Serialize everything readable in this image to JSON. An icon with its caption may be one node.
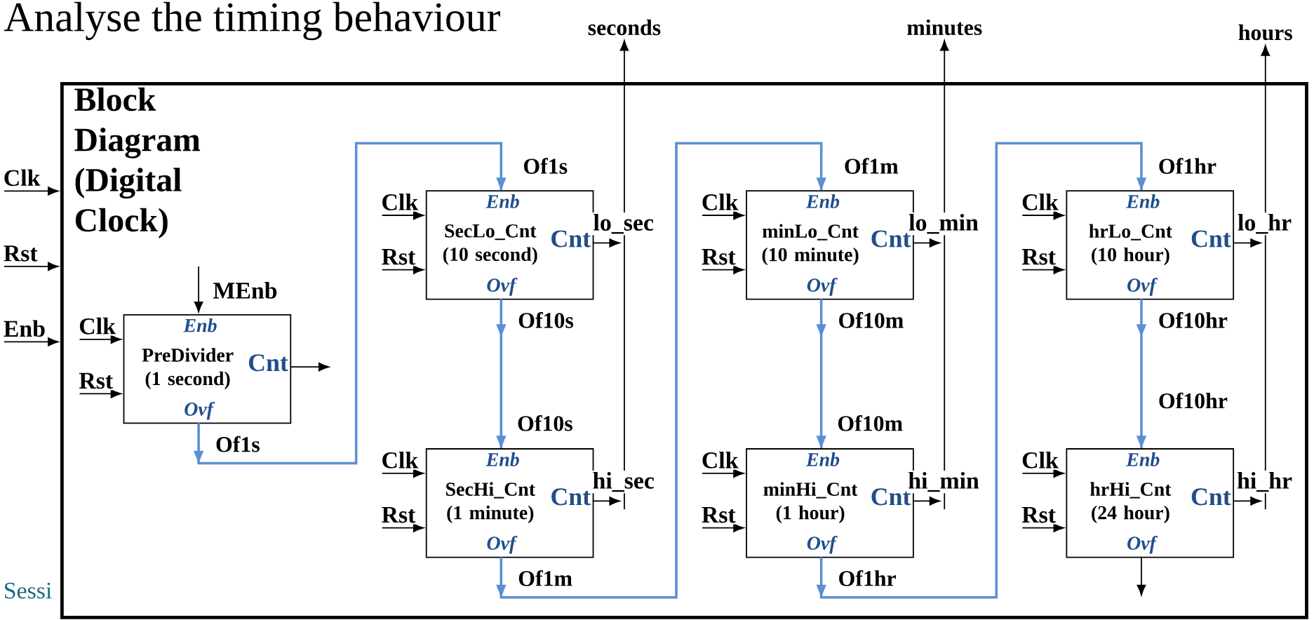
{
  "diagram": {
    "title": "Analyse the timing behaviour",
    "nodes": [
      {
        "text": [
          "Block Diagram (Digital Clock)"
        ]
      },
      {
        "text": [
          "seconds"
        ]
      },
      {
        "text": [
          "minutes"
        ]
      },
      {
        "text": [
          "hours"
        ]
      },
      {
        "text": [
          "Enb",
          "PreDivider (1 second)",
          "Cnt",
          "Ovf"
        ],
        "in": 0
      },
      {
        "text": [
          "Enb",
          "SecLo_Cnt (10 second)",
          "Cnt",
          "Ovf"
        ],
        "in": 0
      },
      {
        "text": [
          "Enb",
          "SecHi_Cnt (1 minute)",
          "Cnt",
          "Ovf"
        ],
        "in": 0
      },
      {
        "text": [
          "Enb",
          "minLo_Cnt (10 minute)",
          "Cnt",
          "Ovf"
        ],
        "in": 0
      },
      {
        "text": [
          "Enb",
          "minHi_Cnt (1 hour)",
          "Cnt",
          "Ovf"
        ],
        "in": 0
      },
      {
        "text": [
          "Enb",
          "hrLo_Cnt (10 hour)",
          "Cnt",
          "Ovf"
        ],
        "in": 0
      },
      {
        "text": [
          "Enb",
          "hrHi_Cnt (24 hour)",
          "Cnt",
          "Ovf"
        ],
        "in": 0
      }
    ],
    "edges": [
      {
        "from": null,
        "to": 0,
        "arrow": "to",
        "label": "Clk"
      },
      {
        "from": null,
        "to": 0,
        "arrow": "to",
        "label": "Rst"
      },
      {
        "from": null,
        "to": 0,
        "arrow": "to",
        "label": "Enb"
      },
      {
        "from": null,
        "to": 4,
        "arrow": "to",
        "label": "Clk"
      },
      {
        "from": null,
        "to": 4,
        "arrow": "to",
        "label": "Rst"
      },
      {
        "from": null,
        "to": 4,
        "arrow": "to",
        "label": "MEnb"
      },
      {
        "from": 4,
        "to": null,
        "arrow": "to"
      },
      {
        "from": 4,
        "to": 5,
        "arrow": "to",
        "label": "Of1s",
        "color": "#5b8fd6"
      },
      {
        "from": null,
        "to": 5,
        "arrow": "to",
        "label": "Clk"
      },
      {
        "from": null,
        "to": 5,
        "arrow": "to",
        "label": "Rst"
      },
      {
        "from": 5,
        "to": null,
        "arrow": "to",
        "label": "lo_sec"
      },
      {
        "from": 5,
        "to": 6,
        "arrow": "to",
        "label": "Of10s",
        "color": "#5b8fd6"
      },
      {
        "from": null,
        "to": 6,
        "arrow": "to",
        "label": "Clk"
      },
      {
        "from": null,
        "to": 6,
        "arrow": "to",
        "label": "Rst"
      },
      {
        "from": 6,
        "to": null,
        "arrow": "to",
        "label": "hi_sec"
      },
      {
        "from": 6,
        "to": 7,
        "arrow": "to",
        "label": "Of1m",
        "color": "#5b8fd6"
      },
      {
        "from": null,
        "to": 7,
        "arrow": "to",
        "label": "Clk"
      },
      {
        "from": null,
        "to": 7,
        "arrow": "to",
        "label": "Rst"
      },
      {
        "from": 7,
        "to": null,
        "arrow": "to",
        "label": "lo_min"
      },
      {
        "from": 7,
        "to": 8,
        "arrow": "to",
        "label": "Of10m",
        "color": "#5b8fd6"
      },
      {
        "from": null,
        "to": 8,
        "arrow": "to",
        "label": "Clk"
      },
      {
        "from": null,
        "to": 8,
        "arrow": "to",
        "label": "Rst"
      },
      {
        "from": 8,
        "to": null,
        "arrow": "to",
        "label": "hi_min"
      },
      {
        "from": 8,
        "to": 9,
        "arrow": "to",
        "label": "Of1hr",
        "color": "#5b8fd6"
      },
      {
        "from": null,
        "to": 9,
        "arrow": "to",
        "label": "Clk"
      },
      {
        "from": null,
        "to": 9,
        "arrow": "to",
        "label": "Rst"
      },
      {
        "from": 9,
        "to": null,
        "arrow": "to",
        "label": "lo_hr"
      },
      {
        "from": 9,
        "to": 10,
        "arrow": "to",
        "label": "Of10hr",
        "color": "#5b8fd6"
      },
      {
        "from": null,
        "to": 10,
        "arrow": "to",
        "label": "Clk"
      },
      {
        "from": null,
        "to": 10,
        "arrow": "to",
        "label": "Rst"
      },
      {
        "from": 10,
        "to": null,
        "arrow": "to",
        "label": "hi_hr"
      },
      {
        "from": 10,
        "to": null,
        "arrow": "to"
      },
      {
        "from": null,
        "to": 1,
        "arrow": "to"
      },
      {
        "from": null,
        "to": 2,
        "arrow": "to"
      },
      {
        "from": null,
        "to": 3,
        "arrow": "to"
      }
    ],
    "labels": [
      "Of1s",
      "Of10s",
      "Of1m",
      "Of10m",
      "Of1hr",
      "Of10hr",
      "Sessi"
    ]
  }
}
